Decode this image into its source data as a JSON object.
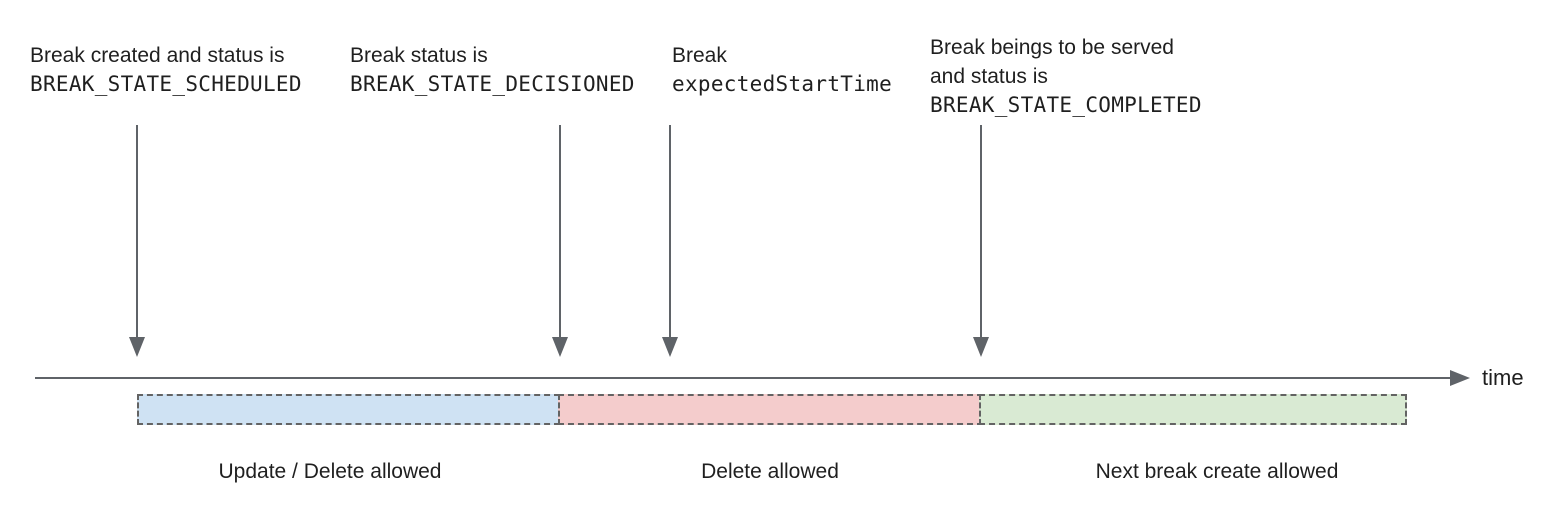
{
  "annotations": [
    {
      "line1": "Break created and status is",
      "code": "BREAK_STATE_SCHEDULED"
    },
    {
      "line1": "Break status is",
      "code": "BREAK_STATE_DECISIONED"
    },
    {
      "line1": "Break",
      "code": "expectedStartTime"
    },
    {
      "line1": "Break beings to be served",
      "line2": "and status is",
      "code": "BREAK_STATE_COMPLETED"
    }
  ],
  "timeline": {
    "axis_label": "time",
    "line_color": "#5f6368"
  },
  "segments": [
    {
      "label": "Update / Delete allowed",
      "fill": "#cfe2f3",
      "border": "#636363"
    },
    {
      "label": "Delete allowed",
      "fill": "#f4cccc",
      "border": "#636363"
    },
    {
      "label": "Next break create allowed",
      "fill": "#d9ead3",
      "border": "#636363"
    }
  ]
}
